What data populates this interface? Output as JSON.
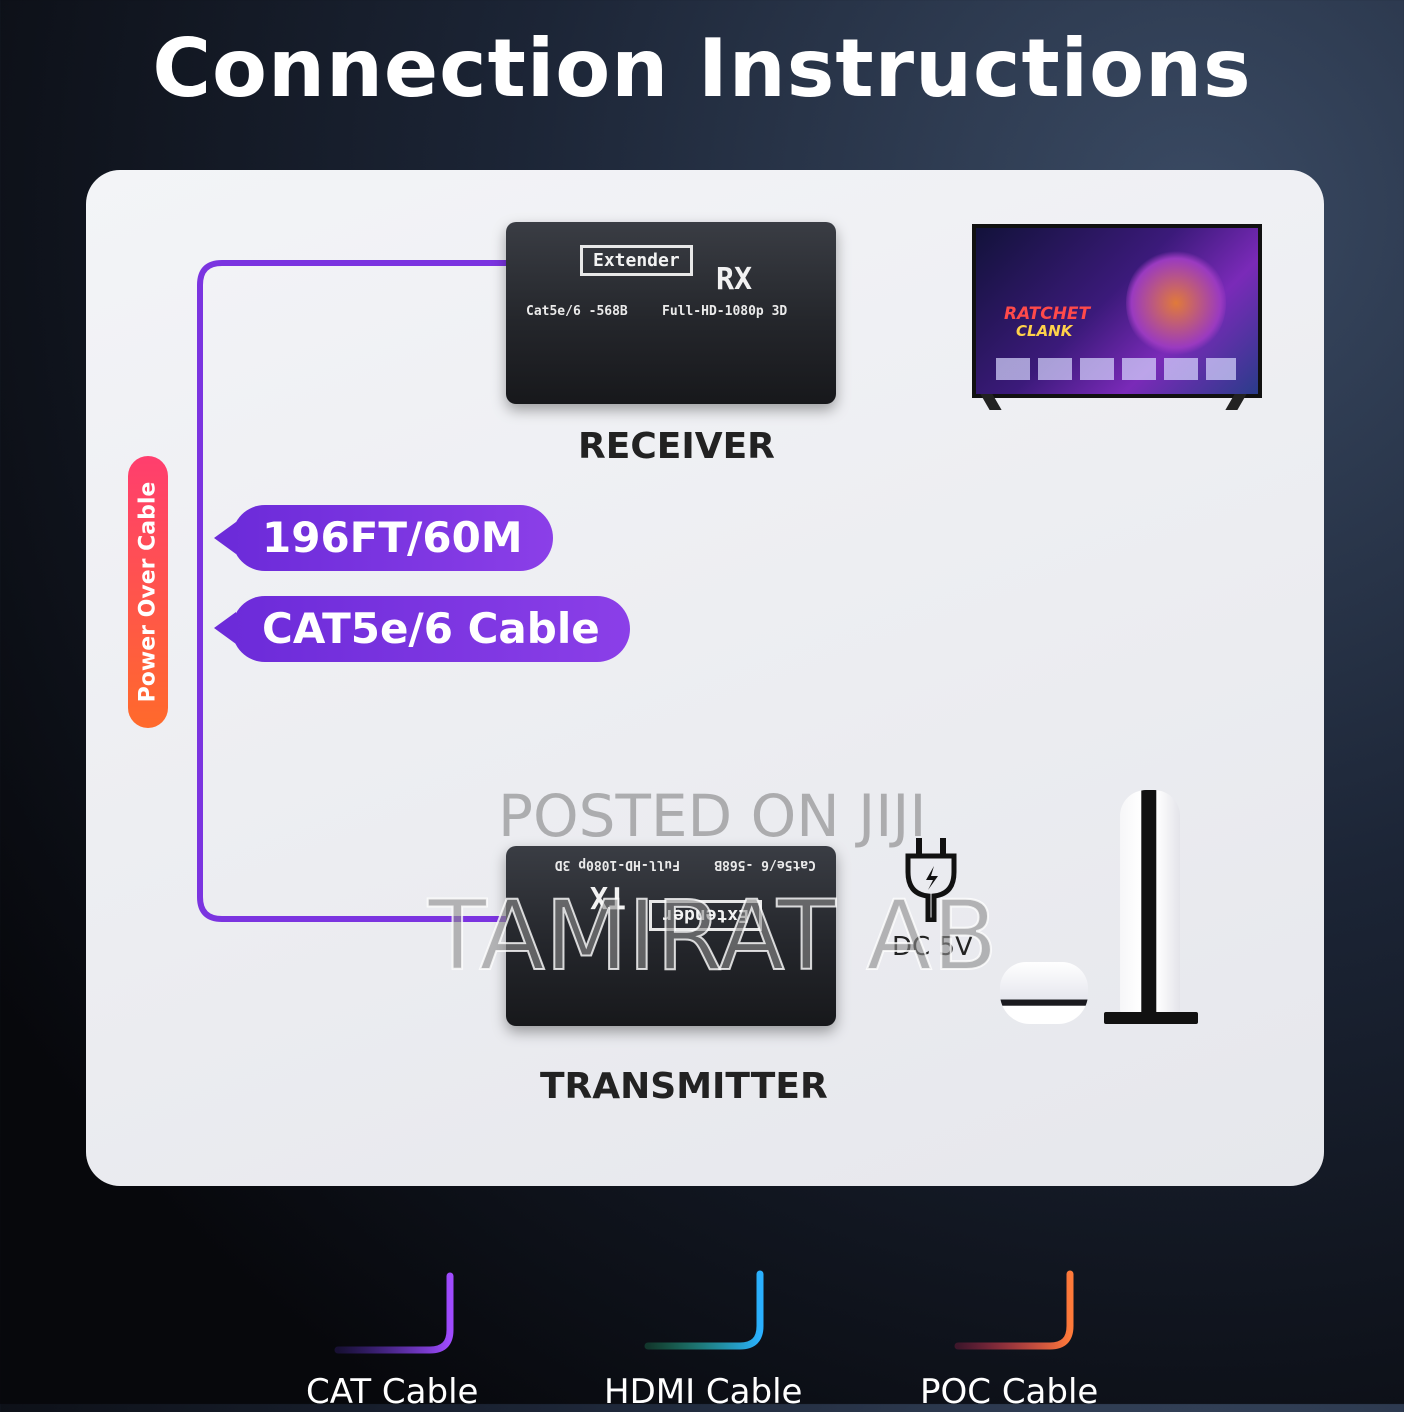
{
  "title": "Connection Instructions",
  "receiver": {
    "badge": "Extender",
    "code": "RX",
    "spec_left": "Cat5e/6 -568B",
    "spec_right": "Full-HD-1080p 3D",
    "label": "RECEIVER"
  },
  "transmitter": {
    "badge": "Extender",
    "code": "TX",
    "spec_left": "Cat5e/6 -568B",
    "spec_right": "Full-HD-1080p 3D",
    "label": "TRANSMITTER"
  },
  "distance_label": "196FT/60M",
  "cable_label": "CAT5e/6 Cable",
  "poc_vertical_label": "Power Over Cable",
  "power_label": "DC 5V",
  "tv_screen": {
    "game_title_line1": "RATCHET",
    "game_title_line2": "CLANK"
  },
  "watermarks": [
    "POSTED ON JIJI",
    "TAMIRAT AB"
  ],
  "legend": [
    {
      "label": "CAT Cable",
      "color_start": "#5a2fd0",
      "color_end": "#a04bff"
    },
    {
      "label": "HDMI Cable",
      "color_start": "#2ad88a",
      "color_end": "#2ab0ff"
    },
    {
      "label": "POC Cable",
      "color_start": "#ff2a6a",
      "color_end": "#ff7a3a"
    }
  ],
  "colors": {
    "cat_purple": "#7b34e0",
    "hdmi_start": "#2ad88a",
    "hdmi_end": "#2ab8f0",
    "poc_start": "#ff3e6e",
    "poc_end": "#ff8a3a"
  }
}
